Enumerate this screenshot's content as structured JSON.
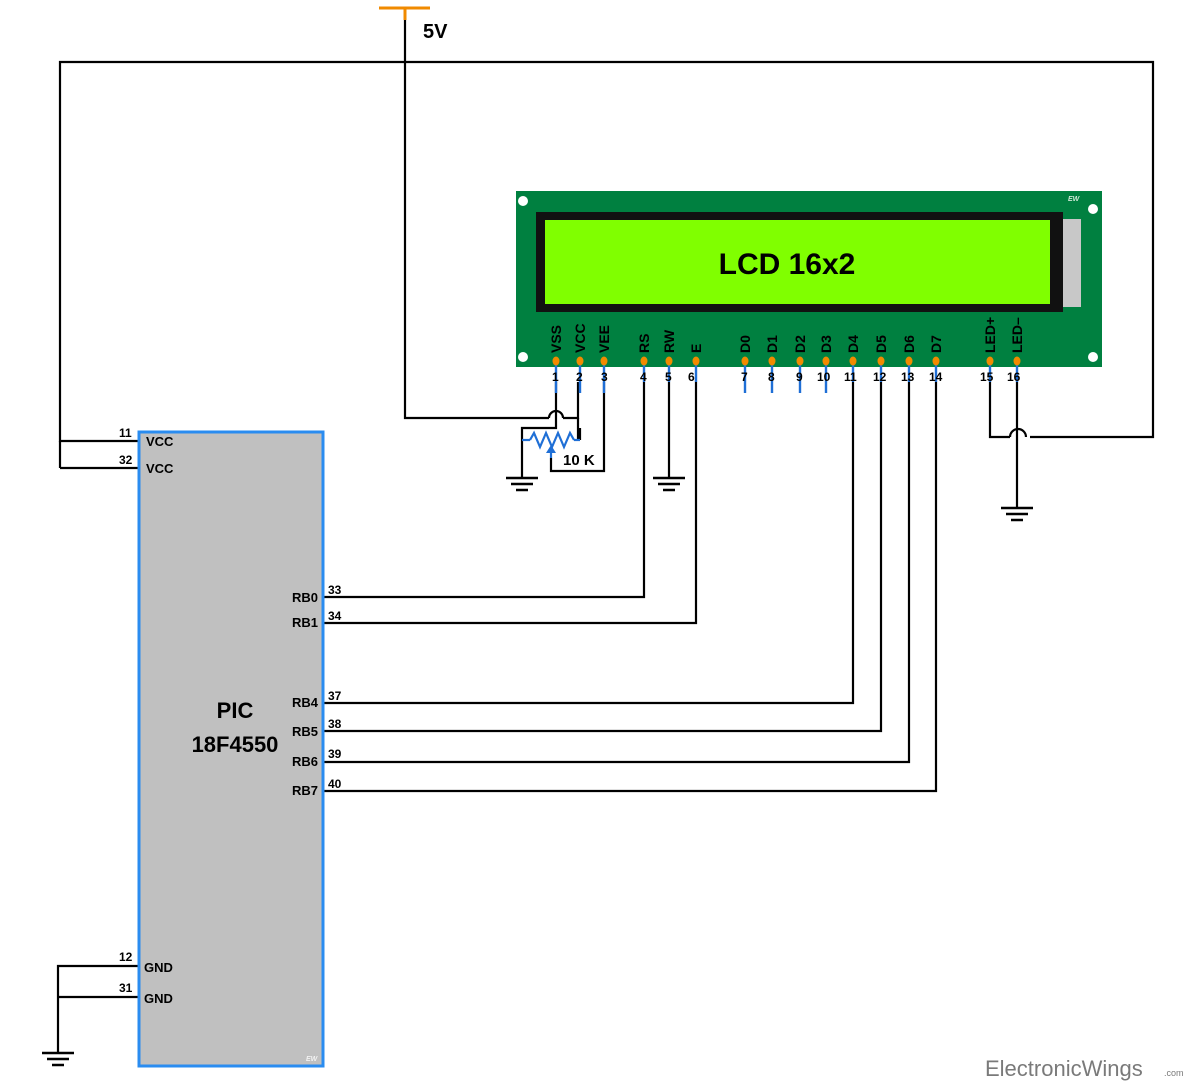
{
  "supply": {
    "label": "5V"
  },
  "lcd": {
    "title": "LCD 16x2",
    "badge": "EW",
    "pins": [
      {
        "name": "VSS",
        "num": "1"
      },
      {
        "name": "VCC",
        "num": "2"
      },
      {
        "name": "VEE",
        "num": "3"
      },
      {
        "name": "RS",
        "num": "4"
      },
      {
        "name": "RW",
        "num": "5"
      },
      {
        "name": "E",
        "num": "6"
      },
      {
        "name": "D0",
        "num": "7"
      },
      {
        "name": "D1",
        "num": "8"
      },
      {
        "name": "D2",
        "num": "9"
      },
      {
        "name": "D3",
        "num": "10"
      },
      {
        "name": "D4",
        "num": "11"
      },
      {
        "name": "D5",
        "num": "12"
      },
      {
        "name": "D6",
        "num": "13"
      },
      {
        "name": "D7",
        "num": "14"
      },
      {
        "name": "LED+",
        "num": "15"
      },
      {
        "name": "LED–",
        "num": "16"
      }
    ]
  },
  "pot": {
    "label": "10 K"
  },
  "mcu": {
    "name_line1": "PIC",
    "name_line2": "18F4550",
    "badge": "EW",
    "pins": [
      {
        "name": "VCC",
        "num": "11"
      },
      {
        "name": "VCC",
        "num": "32"
      },
      {
        "name": "RB0",
        "num": "33"
      },
      {
        "name": "RB1",
        "num": "34"
      },
      {
        "name": "RB4",
        "num": "37"
      },
      {
        "name": "RB5",
        "num": "38"
      },
      {
        "name": "RB6",
        "num": "39"
      },
      {
        "name": "RB7",
        "num": "40"
      },
      {
        "name": "GND",
        "num": "12"
      },
      {
        "name": "GND",
        "num": "31"
      }
    ]
  },
  "watermark": {
    "brand": "ElectronicWings",
    "suffix": ".com"
  },
  "colors": {
    "pcb": "#008040",
    "screen": "#80ff00",
    "pin_stub": "#1f6fd6",
    "pin_tip": "#f08a00",
    "mcu_body": "#c0c0c0",
    "mcu_border": "#2a8cf0"
  }
}
